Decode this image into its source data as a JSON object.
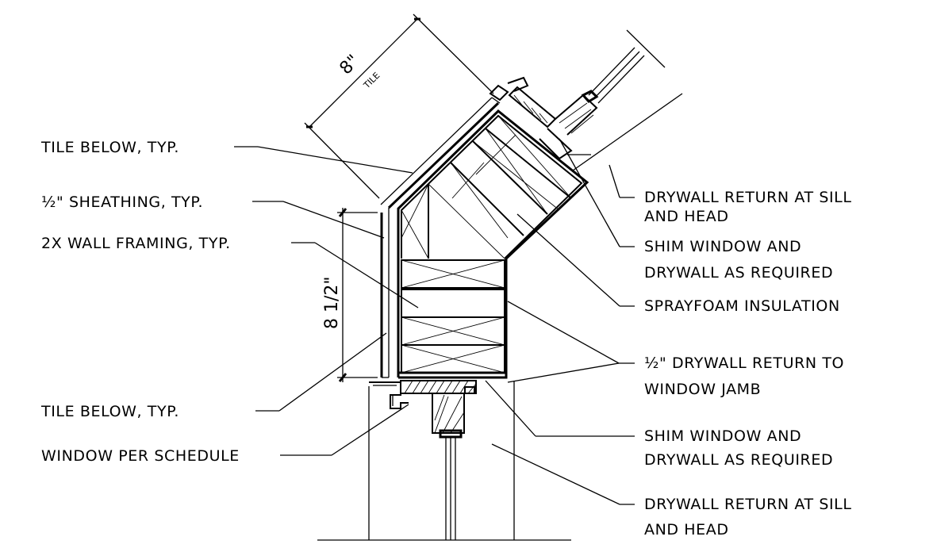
{
  "labels": {
    "tile_below_top": "TILE BELOW, TYP.",
    "sheathing": "½\" SHEATHING, TYP.",
    "wall_framing": "2X WALL FRAMING, TYP.",
    "tile_below_bottom": "TILE BELOW, TYP.",
    "window_schedule": "WINDOW PER SCHEDULE",
    "drywall_return_top_1": "DRYWALL RETURN AT SILL",
    "drywall_return_top_2": "AND HEAD",
    "shim_top_1": "SHIM WINDOW AND",
    "shim_top_2": "DRYWALL AS REQUIRED",
    "sprayfoam": "SPRAYFOAM INSULATION",
    "drywall_jamb_1": "½\" DRYWALL RETURN TO",
    "drywall_jamb_2": "WINDOW JAMB",
    "shim_bottom_1": "SHIM WINDOW AND",
    "shim_bottom_2": "DRYWALL AS REQUIRED",
    "drywall_return_bottom_1": "DRYWALL RETURN AT SILL",
    "drywall_return_bottom_2": "AND HEAD"
  },
  "dimensions": {
    "vertical": "8 1/2\"",
    "diagonal": "8\"",
    "diagonal_note": "TILE"
  }
}
